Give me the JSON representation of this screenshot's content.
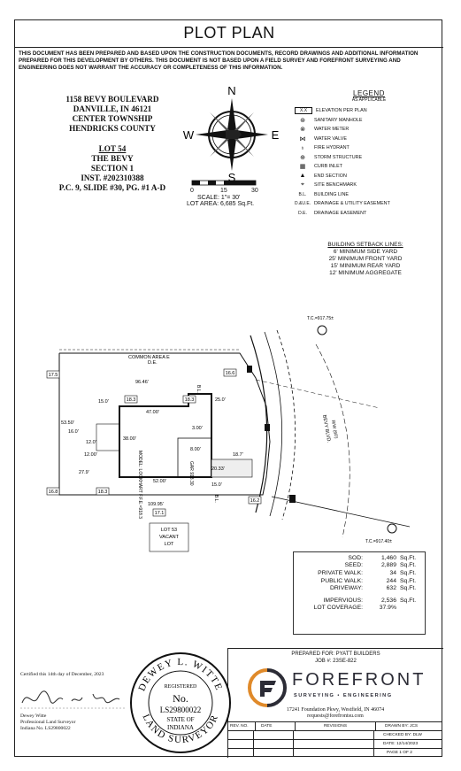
{
  "header": {
    "title": "PLOT PLAN",
    "disclaimer": "THIS DOCUMENT HAS BEEN PREPARED AND BASED UPON THE CONSTRUCTION DOCUMENTS, RECORD DRAWINGS AND ADDITIONAL INFORMATION PREPARED FOR THIS DEVELOPMENT BY OTHERS. THIS DOCUMENT IS NOT BASED UPON A FIELD SURVEY AND FOREFRONT SURVEYING AND ENGINEERING DOES NOT WARRANT THE ACCURACY OR COMPLETENESS OF THIS INFORMATION."
  },
  "address": [
    "1158 BEVY BOULEVARD",
    "DANVILLE, IN 46121",
    "CENTER TOWNSHIP",
    "HENDRICKS COUNTY"
  ],
  "lot_info": [
    "LOT 54",
    "THE BEVY",
    "SECTION 1",
    "INST. #202310388",
    "P.C. 9, SLIDE #30, PG. #1 A-D"
  ],
  "compass": {
    "n": "N",
    "s": "S",
    "e": "E",
    "w": "W"
  },
  "scale": {
    "ticks": [
      "0",
      "15",
      "30"
    ],
    "label": "SCALE:  1\"=  30'",
    "lot_area": "LOT AREA: 6,685 Sq.Ft."
  },
  "legend": {
    "title": "LEGEND",
    "subtitle": "AS APPLICABLE",
    "items": [
      {
        "symbol": "X.X",
        "label": "ELEVATION PER PLAN"
      },
      {
        "symbol": "⊛",
        "label": "SANITARY MANHOLE"
      },
      {
        "symbol": "⊗",
        "label": "WATER METER"
      },
      {
        "symbol": "⋈",
        "label": "WATER VALVE"
      },
      {
        "symbol": "♁",
        "label": "FIRE HYDRANT"
      },
      {
        "symbol": "⊕",
        "label": "STORM STRUCTURE"
      },
      {
        "symbol": "▦",
        "label": "CURB INLET"
      },
      {
        "symbol": "▲",
        "label": "END SECTION"
      },
      {
        "symbol": "⌖",
        "label": "SITE BENCHMARK"
      },
      {
        "symbol": "B.L.",
        "label": "BUILDING LINE"
      },
      {
        "symbol": "D.&U.E.",
        "label": "DRAINAGE & UTILITY EASEMENT"
      },
      {
        "symbol": "D.E.",
        "label": "DRAINAGE EASEMENT"
      }
    ]
  },
  "setbacks": {
    "title": "BUILDING SETBACK LINES:",
    "lines": [
      "6' MINIMUM SIDE YARD",
      "25' MINIMUM FRONT YARD",
      "15' MINIMUM REAR YARD",
      "12' MINIMUM AGGREGATE"
    ]
  },
  "plan": {
    "common_area": "COMMON AREA E",
    "de": "D.E.",
    "elev_boxes": [
      "17.5",
      "16.6",
      "18.3",
      "18.3",
      "16.8",
      "18.3",
      "17.1",
      "16.2"
    ],
    "dims": [
      "96.46'",
      "47.00'",
      "38.00'",
      "52.00'",
      "109.95'",
      "53.50'",
      "12.00'",
      "25.0'",
      "15.0'",
      "3.00'",
      "8.00'",
      "20.33'",
      "27.9'",
      "16.0'",
      "15.0'",
      "12.0'",
      "18.7'"
    ],
    "tc_top": "T.C.=917.75±",
    "tc_bottom": "T.C.=917.40±",
    "lot53": [
      "LOT 53",
      "VACANT",
      "LOT"
    ],
    "house_label": "MODEL: LOCKHART\nF.F.E.=918.3",
    "garage_label": "GAR\n918.30",
    "road": "BEVY BLVD.",
    "rw": "R/W (60')",
    "bl_labels": [
      "B.L.",
      "B.L."
    ]
  },
  "stats": {
    "rows": [
      {
        "label": "SOD:",
        "value": "1,460",
        "unit": "Sq.Ft."
      },
      {
        "label": "SEED:",
        "value": "2,889",
        "unit": "Sq.Ft."
      },
      {
        "label": "PRIVATE WALK:",
        "value": "34",
        "unit": "Sq.Ft."
      },
      {
        "label": "PUBLIC WALK:",
        "value": "244",
        "unit": "Sq.Ft."
      },
      {
        "label": "DRIVEWAY:",
        "value": "632",
        "unit": "Sq.Ft."
      }
    ],
    "impervious": {
      "label": "IMPERVIOUS:",
      "value": "2,536",
      "unit": "Sq.Ft."
    },
    "coverage": {
      "label": "LOT COVERAGE:",
      "value": "37.9%",
      "unit": ""
    }
  },
  "titleblock": {
    "prepared_for": "PREPARED FOR: PYATT BUILDERS",
    "job": "JOB #: 23SE-822",
    "company": "FOREFRONT",
    "tagline": "SURVEYING • ENGINEERING",
    "address": "17241 Foundation Pkwy, Westfield, IN 46074",
    "email": "requests@forefrontsu.com",
    "rev_headers": [
      "REV. NO.",
      "DATE",
      "REVISIONS"
    ],
    "drawn_by": "DRAWN BY: JCS",
    "checked_by": "CHECKED BY: DLW",
    "date": "DATE: 12/14/2023",
    "page": "PAGE 1 OF 2",
    "brand_orange": "#e08a2a",
    "brand_dark": "#2c2c36"
  },
  "certification": {
    "line": "Certified this 14th day of December, 2023",
    "name": "Dewey Witte",
    "role": "Professional Land Surveyor",
    "license": "Indiana No. LS29800022"
  },
  "seal": {
    "top": "DEWEY L. WITTE",
    "registered": "REGISTERED",
    "no": "No.",
    "number": "LS29800022",
    "state": "STATE OF",
    "indiana": "INDIANA",
    "bottom": "LAND SURVEYOR"
  }
}
